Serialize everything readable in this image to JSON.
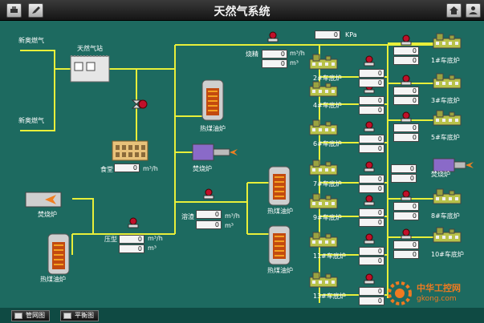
{
  "titlebar": {
    "title": "天然气系统"
  },
  "sources": {
    "gas_in_1": "新奥燃气",
    "gas_in_2": "新奥燃气"
  },
  "station": {
    "label": "天然气站"
  },
  "canteen": {
    "label": "食堂",
    "flow": "0",
    "unit": "m³/h"
  },
  "boilers": {
    "thermal_oil_top": "热煤油炉",
    "thermal_oil_left": "热煤油炉",
    "thermal_oil_right_1": "热煤油炉",
    "thermal_oil_right_2": "热煤油炉"
  },
  "incinerators": {
    "mid": "焚烧炉",
    "left": "焚烧炉",
    "right": "焚烧炉"
  },
  "meters": {
    "pressure_gauge": {
      "label": "压型",
      "value1": "0",
      "value2": "0",
      "unit1": "m³/h",
      "unit2": "m³"
    },
    "kpa": {
      "value": "0",
      "unit": "KPa"
    },
    "shaojing": {
      "label": "烧精",
      "value1": "0",
      "value2": "0",
      "unit1": "m³/h",
      "unit2": "m³"
    },
    "rongtong": {
      "label": "溶渣",
      "value1": "0",
      "value2": "0",
      "unit1": "m³/h",
      "unit2": "m³"
    },
    "incin_right": {
      "value1": "0",
      "value2": "0"
    }
  },
  "furnaces_left": [
    {
      "label": "2#车底炉",
      "v1": "0",
      "v2": "0"
    },
    {
      "label": "4#车底炉",
      "v1": "0",
      "v2": "0"
    },
    {
      "label": "6#车底炉",
      "v1": "0",
      "v2": "0"
    },
    {
      "label": "7#车底炉",
      "v1": "0",
      "v2": "0"
    },
    {
      "label": "9#车底炉",
      "v1": "0",
      "v2": "0"
    },
    {
      "label": "11#车底炉",
      "v1": "0",
      "v2": "0"
    },
    {
      "label": "13#车底炉",
      "v1": "0",
      "v2": "0"
    }
  ],
  "furnaces_right": [
    {
      "label": "1#车底炉",
      "v1": "0",
      "v2": "0"
    },
    {
      "label": "3#车底炉",
      "v1": "0",
      "v2": "0"
    },
    {
      "label": "5#车底炉",
      "v1": "0",
      "v2": "0"
    },
    {
      "label": "8#车底炉",
      "v1": "0",
      "v2": "0"
    },
    {
      "label": "10#车底炉",
      "v1": "0",
      "v2": "0"
    }
  ],
  "bottom": {
    "pipe_network": "管网图",
    "balance": "平衡图"
  },
  "watermark": {
    "line1": "中华工控网",
    "line2": "gkong.com"
  },
  "colors": {
    "background": "#1d6a60",
    "pipe": "#e8ef3a",
    "valve": "#c0102a"
  }
}
